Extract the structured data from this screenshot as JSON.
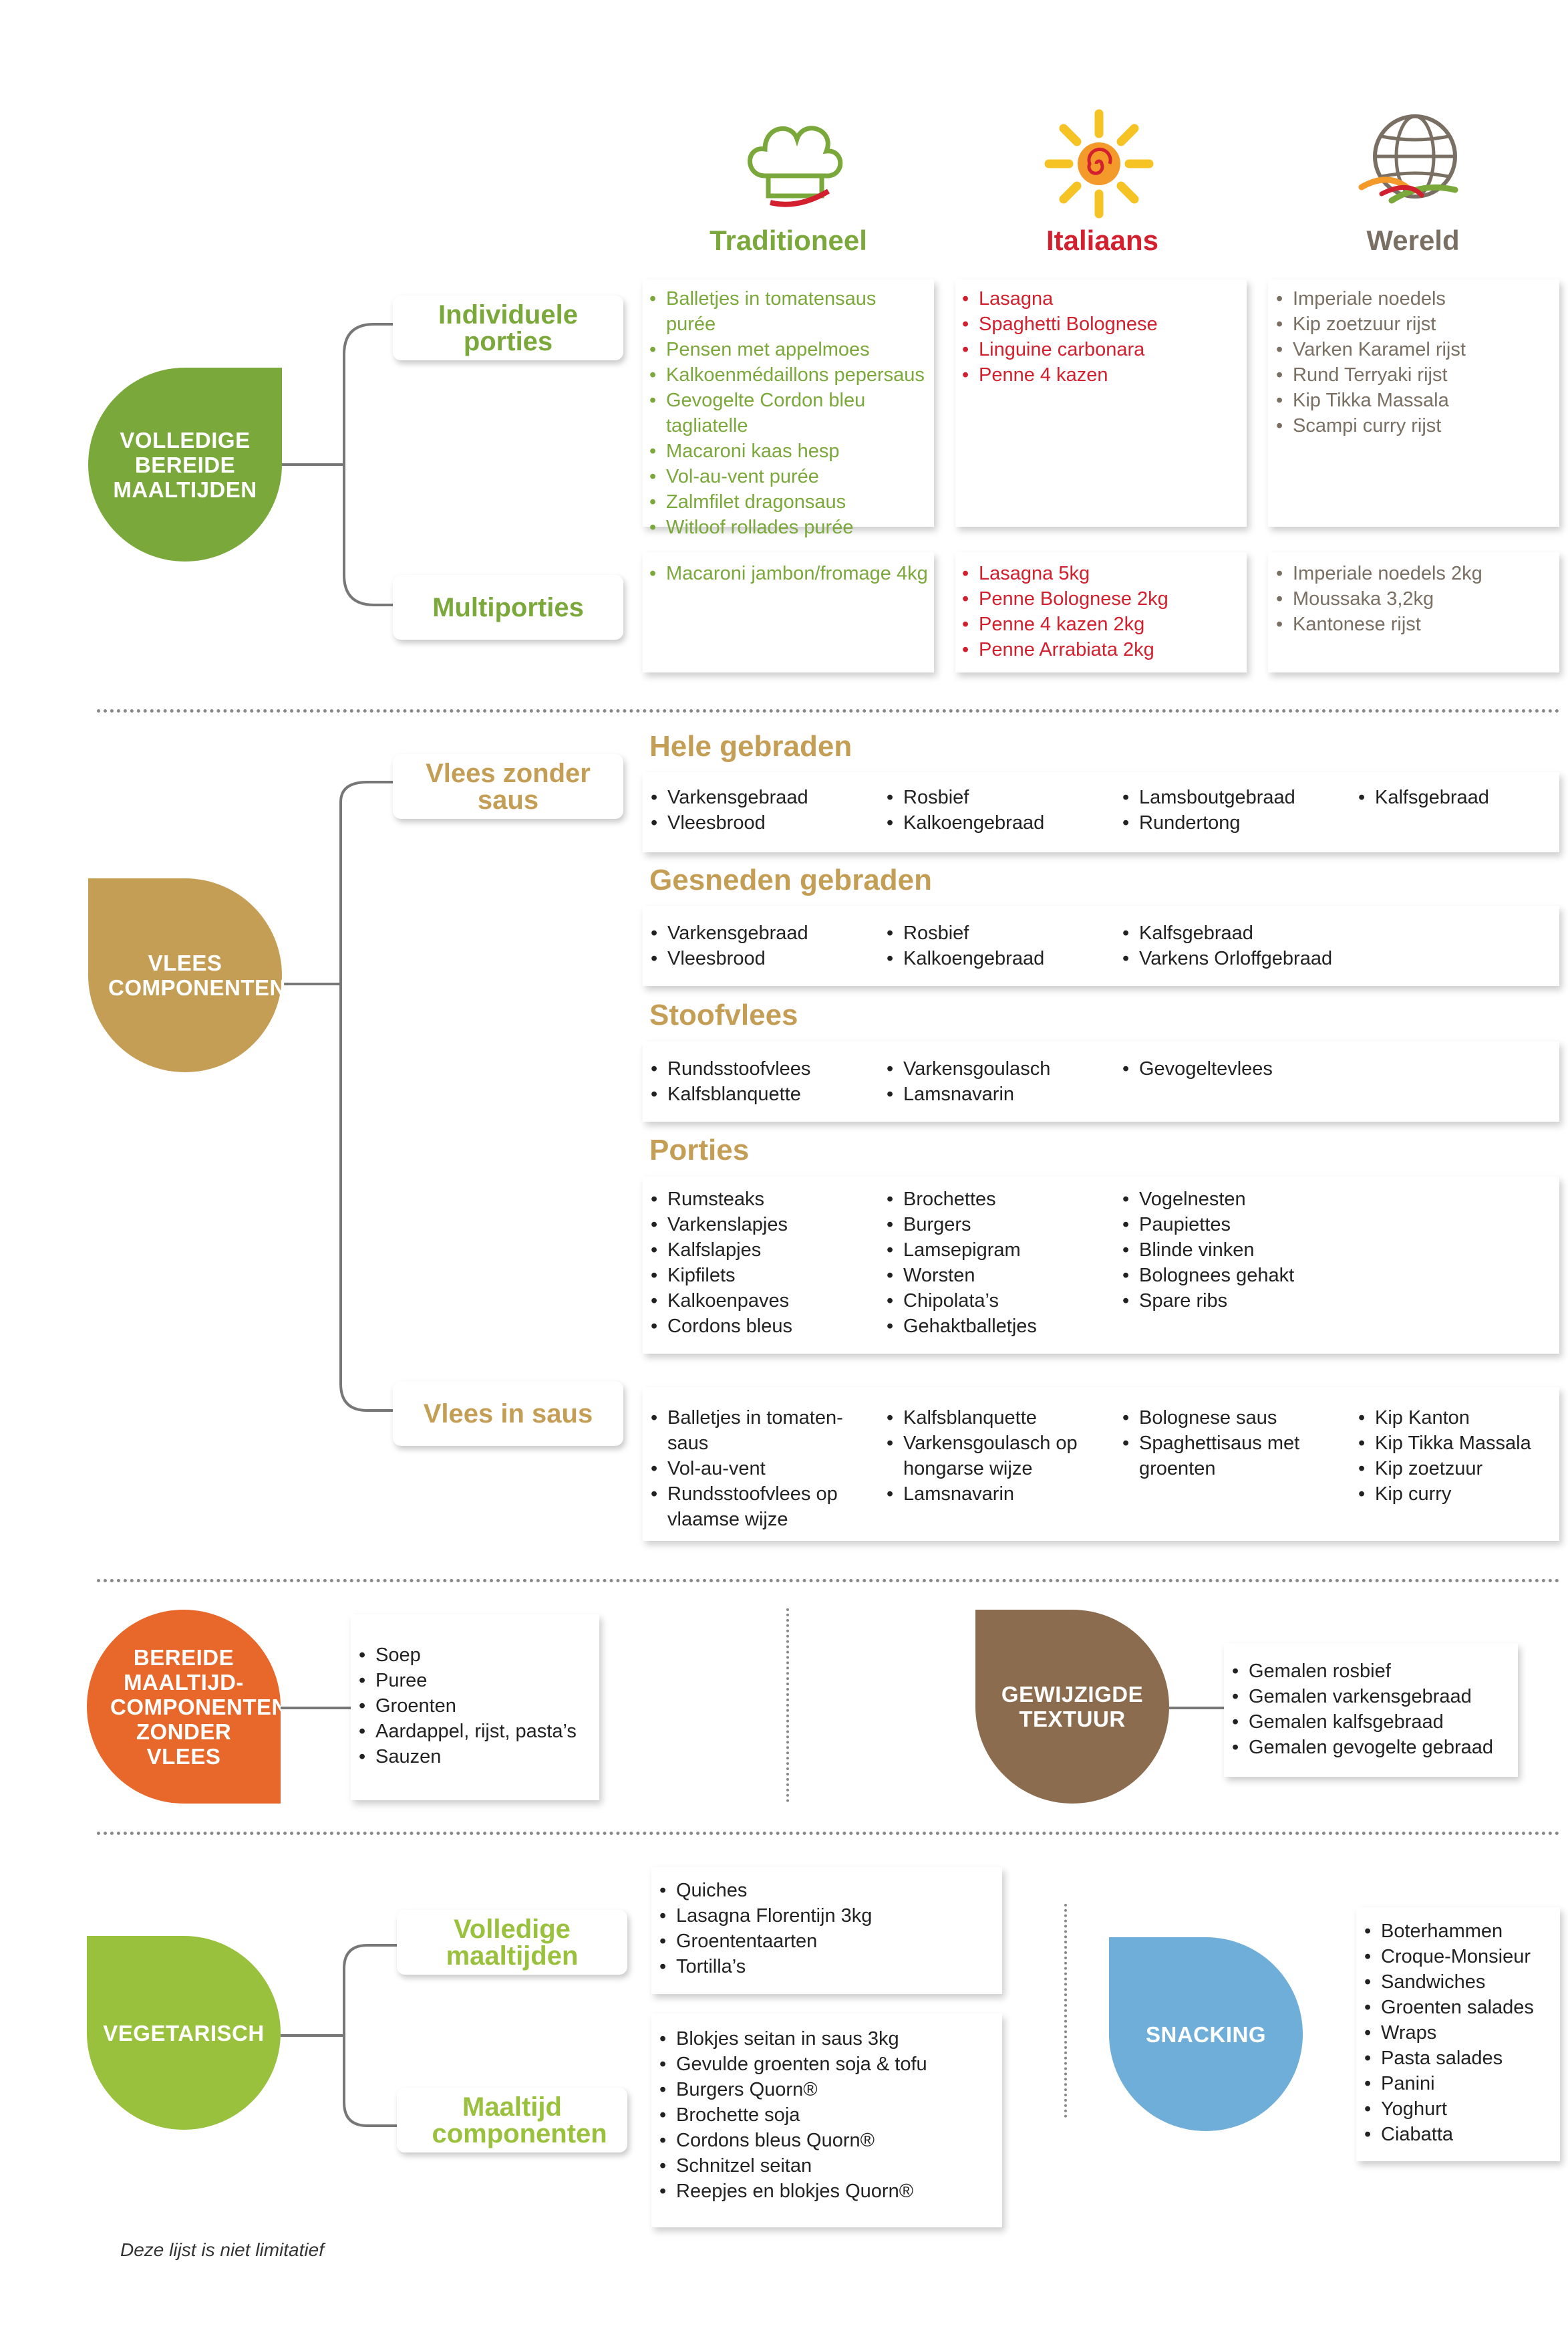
{
  "colors": {
    "green": "#7ba83a",
    "red": "#d3202e",
    "gray": "#7a6f63",
    "tan": "#c59e56",
    "orange": "#e8672a",
    "brown": "#8c6c4f",
    "lime": "#99c13d",
    "blue": "#6faed8"
  },
  "columns": [
    {
      "label": "Traditioneel",
      "icon": "chef-hat-icon"
    },
    {
      "label": "Italiaans",
      "icon": "sun-icon"
    },
    {
      "label": "Wereld",
      "icon": "globe-icon"
    }
  ],
  "volledige": {
    "label": "VOLLEDIGE BEREIDE MAALTIJDEN",
    "individuele": {
      "label": "Individuele porties",
      "traditioneel": [
        "Balletjes in tomatensaus purée",
        "Pensen met appelmoes",
        "Kalkoenmédaillons pepersaus",
        "Gevogelte Cordon bleu tagliatelle",
        "Macaroni kaas hesp",
        "Vol-au-vent purée",
        "Zalmfilet dragonsaus",
        "Witloof rollades purée"
      ],
      "italiaans": [
        "Lasagna",
        "Spaghetti Bolognese",
        "Linguine carbonara",
        "Penne 4 kazen"
      ],
      "wereld": [
        "Imperiale noedels",
        "Kip zoetzuur rijst",
        "Varken Karamel rijst",
        "Rund Terryaki rijst",
        "Kip Tikka Massala",
        "Scampi curry rijst"
      ]
    },
    "multi": {
      "label": "Multiporties",
      "traditioneel": [
        "Macaroni jambon/fromage 4kg"
      ],
      "italiaans": [
        "Lasagna 5kg",
        "Penne Bolognese 2kg",
        "Penne 4 kazen 2kg",
        "Penne Arrabiata 2kg"
      ],
      "wereld": [
        "Imperiale noedels 2kg",
        "Moussaka 3,2kg",
        "Kantonese rijst"
      ]
    }
  },
  "vlees": {
    "label": "VLEES COMPONENTEN",
    "zonder_saus_label": "Vlees zonder saus",
    "in_saus_label": "Vlees in saus",
    "hele": {
      "title": "Hele gebraden",
      "cols": [
        [
          "Varkensgebraad",
          "Vleesbrood"
        ],
        [
          "Rosbief",
          "Kalkoengebraad"
        ],
        [
          "Lamsboutgebraad",
          "Rundertong"
        ],
        [
          "Kalfsgebraad"
        ]
      ]
    },
    "gesneden": {
      "title": "Gesneden gebraden",
      "cols": [
        [
          "Varkensgebraad",
          "Vleesbrood"
        ],
        [
          "Rosbief",
          "Kalkoengebraad"
        ],
        [
          "Kalfsgebraad",
          "Varkens Orloffgebraad"
        ]
      ]
    },
    "stoof": {
      "title": "Stoofvlees",
      "cols": [
        [
          "Rundsstoofvlees",
          "Kalfsblanquette"
        ],
        [
          "Varkensgoulasch",
          "Lamsnavarin"
        ],
        [
          "Gevogeltevlees"
        ]
      ]
    },
    "porties": {
      "title": "Porties",
      "cols": [
        [
          "Rumsteaks",
          "Varkenslapjes",
          "Kalfslapjes",
          "Kipfilets",
          "Kalkoenpaves",
          "Cordons bleus"
        ],
        [
          "Brochettes",
          "Burgers",
          "Lamsepigram",
          "Worsten",
          "Chipolata’s",
          "Gehaktballetjes"
        ],
        [
          "Vogelnesten",
          "Paupiettes",
          "Blinde vinken",
          "Bolognees gehakt",
          "Spare ribs"
        ]
      ]
    },
    "saus": {
      "cols": [
        [
          "Balletjes in tomaten-saus",
          "Vol-au-vent",
          "Rundsstoofvlees op vlaamse wijze"
        ],
        [
          "Kalfsblanquette",
          "Varkensgoulasch op hongarse wijze",
          "Lamsnavarin"
        ],
        [
          "Bolognese saus",
          "Spaghettisaus met groenten"
        ],
        [
          "Kip Kanton",
          "Kip Tikka Massala",
          "Kip zoetzuur",
          "Kip curry"
        ]
      ]
    }
  },
  "zonder_vlees": {
    "label": "BEREIDE MAALTIJD-COMPONENTEN ZONDER VLEES",
    "items": [
      "Soep",
      "Puree",
      "Groenten",
      "Aardappel, rijst, pasta’s",
      "Sauzen"
    ]
  },
  "textuur": {
    "label": "GEWIJZIGDE TEXTUUR",
    "items": [
      "Gemalen rosbief",
      "Gemalen varkensgebraad",
      "Gemalen kalfsgebraad",
      "Gemalen gevogelte gebraad"
    ]
  },
  "vegetarisch": {
    "label": "VEGETARISCH",
    "volledige_label": "Volledige maaltijden",
    "componenten_label": "Maaltijd componenten",
    "volledige_items": [
      "Quiches",
      "Lasagna Florentijn 3kg",
      "Groententaarten",
      "Tortilla’s"
    ],
    "componenten_items": [
      "Blokjes seitan in saus 3kg",
      "Gevulde groenten soja & tofu",
      "Burgers Quorn®",
      "Brochette soja",
      "Cordons bleus Quorn®",
      "Schnitzel seitan",
      "Reepjes en blokjes Quorn®"
    ]
  },
  "snacking": {
    "label": "SNACKING",
    "items": [
      "Boterhammen",
      "Croque-Monsieur",
      "Sandwiches",
      "Groenten salades",
      "Wraps",
      "Pasta salades",
      "Panini",
      "Yoghurt",
      "Ciabatta"
    ]
  },
  "footnote": "Deze lijst is niet limitatief"
}
